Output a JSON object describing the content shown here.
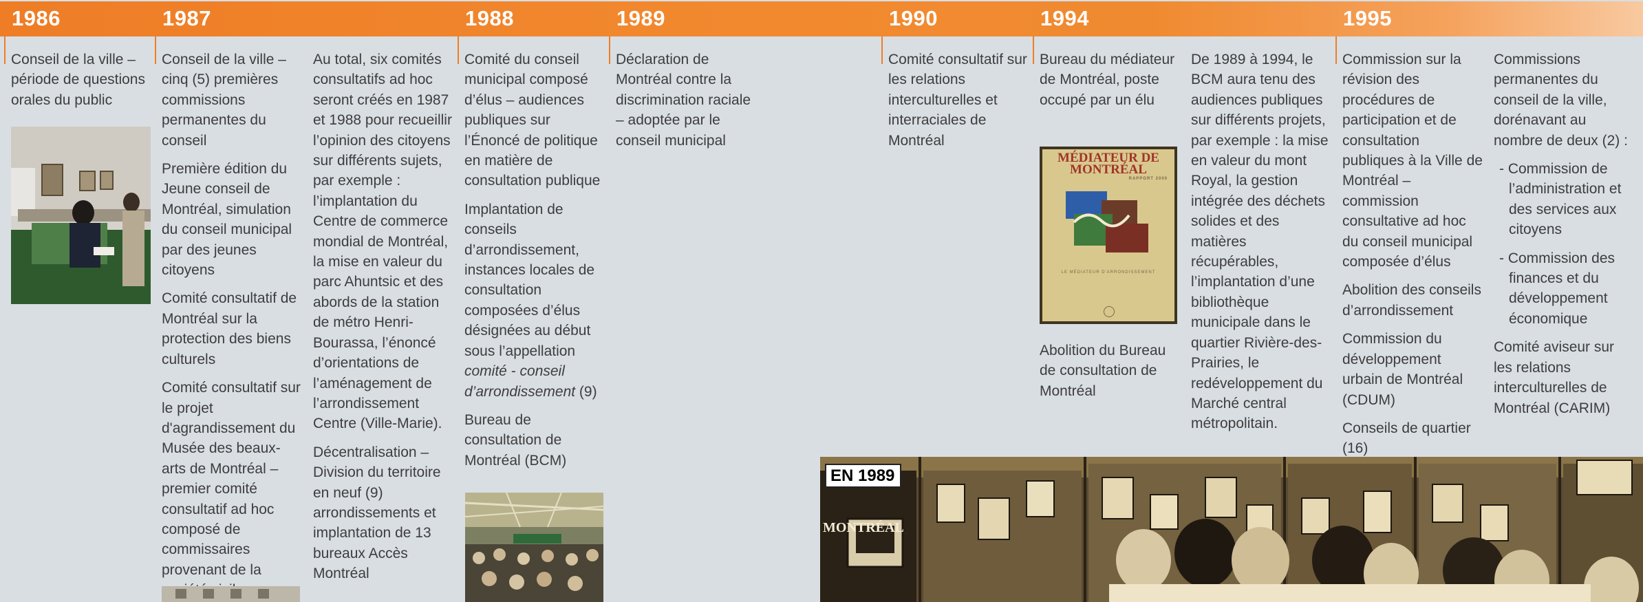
{
  "timeline": {
    "years": [
      "1986",
      "1987",
      "1988",
      "1989",
      "1990",
      "1994",
      "1995"
    ],
    "col1986": {
      "p1": "Conseil de la ville – période de questions orales du public"
    },
    "col1987a": {
      "p1": "Conseil de la ville – cinq (5) premières commissions permanentes du conseil",
      "p2": "Première édition du Jeune conseil de Montréal, simulation du conseil municipal par des jeunes citoyens",
      "p3": "Comité consultatif de Montréal sur la protection des biens culturels",
      "p4": "Comité consultatif sur le projet d'agrandissement du Musée des beaux-arts de Montréal – premier comité consultatif ad hoc composé de commissaires provenant de la société civile"
    },
    "col1987b": {
      "p1": "Au total, six comités consultatifs ad hoc seront créés en 1987 et 1988 pour recueillir l’opinion des citoyens sur différents sujets, par exemple : l’implantation du Centre de commerce mondial de Montréal, la mise en valeur du parc Ahuntsic et des abords de la station de métro Henri-Bourassa, l’énoncé d’orientations de l’aménagement de l’arrondissement Centre (Ville-Marie).",
      "p2": "Décentralisation – Division du territoire en neuf (9) arrondissements et implantation de 13 bureaux Accès Montréal"
    },
    "col1988": {
      "p1": "Comité du conseil municipal composé d’élus – audiences publiques sur l’Énoncé de politique en matière de consultation publique",
      "p2_start": "Implantation de conseils d’arrondissement, instances locales de consultation composées d’élus désignées au début sous l’appellation ",
      "p2_italic": "comité - conseil d’arrondissement",
      "p2_end": " (9)",
      "p3": "Bureau de consultation de Montréal (BCM)"
    },
    "col1989": {
      "p1": "Déclaration de Montréal contre la discrimination raciale – adoptée par le conseil municipal"
    },
    "col1990": {
      "p1": "Comité consultatif sur les relations interculturelles et interraciales de Montréal"
    },
    "col1994a": {
      "p1": "Bureau du médiateur de Montréal, poste occupé par un élu",
      "p2": "Abolition du Bureau de consultation de Montréal"
    },
    "col1994b": {
      "p1": "De 1989 à 1994, le BCM aura tenu des audiences publiques sur différents projets, par exemple : la mise en valeur du mont Royal, la gestion intégrée des déchets solides et des matières récupérables, l’implantation d’une bibliothèque municipale dans le quartier Rivière-des-Prairies, le redéveloppement du Marché central métropolitain."
    },
    "col1995a": {
      "p1": "Commission sur la révision des procédures de participation et de consultation publiques à la Ville de Montréal – commission consultative ad hoc du conseil municipal composée d’élus",
      "p2": "Abolition des conseils d’arrondissement",
      "p3": "Commission du développement urbain de Montréal (CDUM)",
      "p4": "Conseils de quartier (16)"
    },
    "col1995b": {
      "p1": "Commissions permanentes du conseil de la ville, dorénavant au nombre de deux (2) :",
      "items": [
        "Commission de l’administration et des services aux citoyens",
        "Commission des finances et du développement économique"
      ],
      "p2": "Comité aviseur sur les relations interculturelles de Montréal (CARIM)"
    },
    "cover": {
      "title_line1": "MÉDIATEUR DE",
      "title_line2": "MONTRÉAL",
      "subtitle": "RAPPORT 2000",
      "footer": "LE MÉDIATEUR D'ARRONDISSEMENT"
    },
    "bigphoto": {
      "caption": "EN 1989",
      "sign": "MONTRÉAL"
    }
  }
}
